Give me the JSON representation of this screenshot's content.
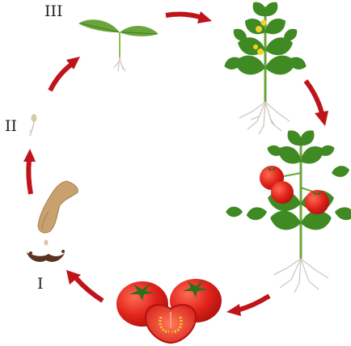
{
  "stages": [
    {
      "label": "I",
      "name": "seed-and-soil"
    },
    {
      "label": "II",
      "name": "germinating-seed"
    },
    {
      "label": "III",
      "name": "seedling"
    }
  ],
  "colors": {
    "arrow": "#c0141b",
    "leaf": "#4f9a2a",
    "leaf_dark": "#2f6e1c",
    "stem": "#6aa53a",
    "tomato": "#e0231a",
    "tomato_highlight": "#ff6a55",
    "flower": "#f2d32a",
    "root": "#cfc8c0",
    "soil": "#5a3420",
    "hand": "#c9a16f"
  }
}
